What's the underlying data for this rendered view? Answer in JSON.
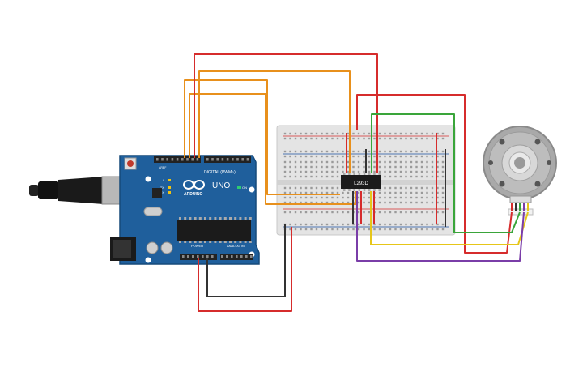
{
  "arduino": {
    "logo_text": "ARDUINO",
    "model": "UNO",
    "digital_label": "DIGITAL (PWM~)",
    "power_label": "POWER",
    "analog_label": "ANALOG IN",
    "on_label": "ON",
    "tx_label": "TX",
    "rx_label": "RX",
    "l_label": "L",
    "aref_label": "AREF"
  },
  "ic": {
    "label": "L293D"
  },
  "colors": {
    "board": "#1f5f9c",
    "board_dark": "#164a7a",
    "breadboard": "#e6e6e6",
    "wire_red": "#d62c2c",
    "wire_orange": "#e8901c",
    "wire_green": "#3aa53a",
    "wire_yellow": "#e6c619",
    "wire_purple": "#7a3da8",
    "wire_black": "#333333"
  }
}
